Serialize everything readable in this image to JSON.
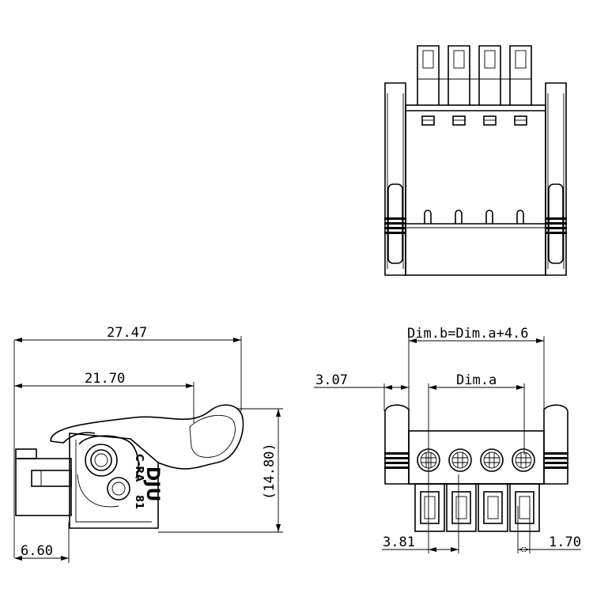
{
  "dimensions": {
    "overall_length": "27.47",
    "lever_length": "21.70",
    "height": "(14.80)",
    "pin_offset": "6.60",
    "dim_b_formula": "Dim.b=Dim.a+4.6",
    "dim_a": "Dim.a",
    "edge_offset": "3.07",
    "pitch": "3.81",
    "slot_width": "1.70"
  },
  "part_marking": {
    "logo_fragment": "DJU",
    "code_line1": "C-RA",
    "code_line2": "81"
  },
  "pole_count": 4
}
